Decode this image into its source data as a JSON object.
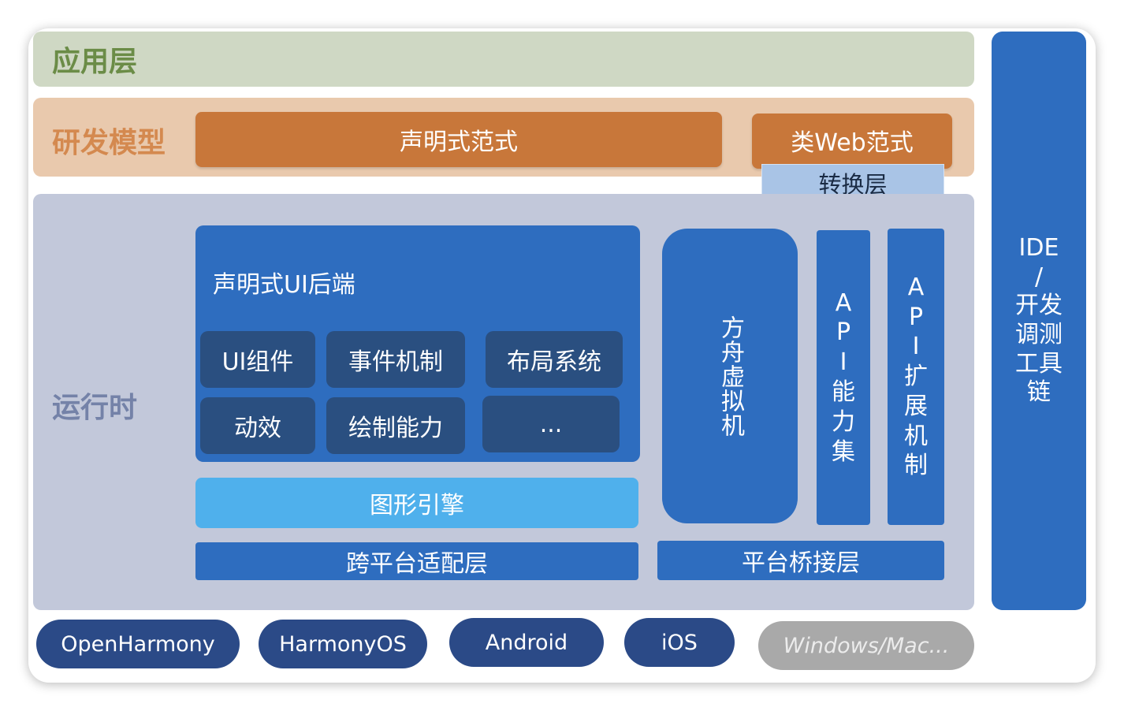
{
  "layers": {
    "app": "应用层",
    "dev_model": "研发模型",
    "runtime": "运行时"
  },
  "dev_model": {
    "declarative": "声明式范式",
    "web_like": "类Web范式",
    "conversion": "转换层"
  },
  "runtime": {
    "ui_backend": {
      "title": "声明式UI后端",
      "items": [
        "UI组件",
        "事件机制",
        "布局系统",
        "动效",
        "绘制能力",
        "..."
      ]
    },
    "graphics_engine": "图形引擎",
    "cross_platform": "跨平台适配层",
    "ark_vm": "方舟虚拟机",
    "api_set": [
      "A",
      "P",
      "I",
      "能",
      "力",
      "集"
    ],
    "api_ext": [
      "A",
      "P",
      "I",
      "扩",
      "展",
      "机",
      "制"
    ],
    "platform_bridge": "平台桥接层"
  },
  "ide": [
    "IDE",
    "/",
    "开发",
    "调测",
    "工具",
    "链"
  ],
  "platforms": [
    "OpenHarmony",
    "HarmonyOS",
    "Android",
    "iOS",
    "Windows/Mac..."
  ],
  "colors": {
    "app_layer": "#cfd8c4",
    "dev_layer": "#e9c9ad",
    "runtime_layer": "#c2c8da",
    "orange": "#c8773a",
    "blue": "#2e6dbf",
    "dark_blue": "#2a4f80",
    "light_blue": "#4fb0ec",
    "platform": "#2b4a87",
    "platform_disabled": "#a9a9a9"
  }
}
